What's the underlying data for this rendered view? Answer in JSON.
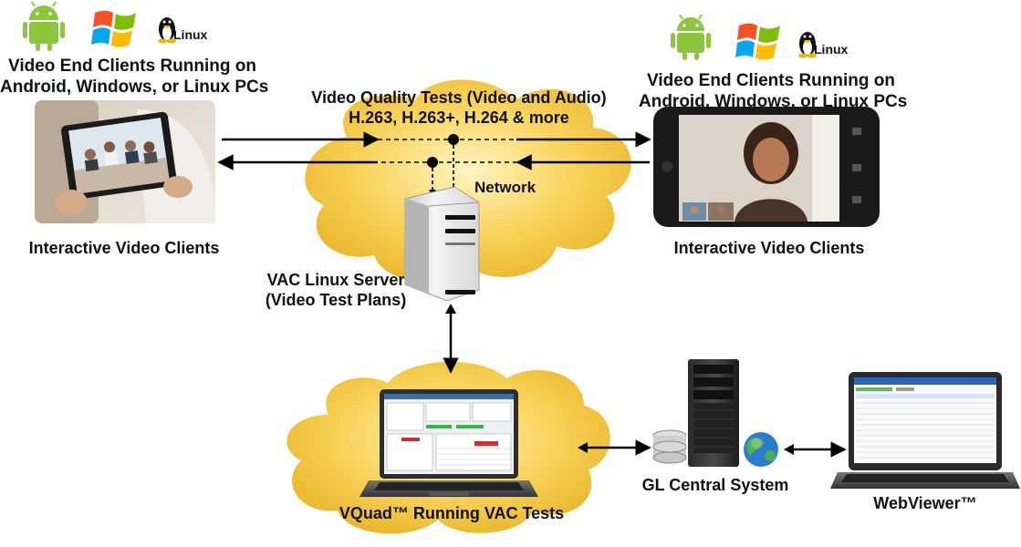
{
  "left_client": {
    "os_heading_line1": "Video End Clients Running on",
    "os_heading_line2": "Android, Windows, or Linux PCs",
    "caption": "Interactive Video Clients",
    "linux_logo_text": "Linux"
  },
  "right_client": {
    "os_heading_line1": "Video End Clients Running on",
    "os_heading_line2": "Android, Windows, or Linux PCs",
    "caption": "Interactive Video Clients",
    "linux_logo_text": "Linux"
  },
  "network": {
    "tests_line1": "Video Quality Tests (Video and Audio)",
    "tests_line2": "H.263, H.263+, H.264 & more",
    "label": "Network"
  },
  "server": {
    "line1": "VAC Linux Server",
    "line2": "(Video Test Plans)"
  },
  "vquad": {
    "label": "VQuad™ Running VAC Tests"
  },
  "central": {
    "label": "GL Central System"
  },
  "webviewer": {
    "label": "WebViewer™"
  },
  "colors": {
    "cloud": "#f5c542",
    "android": "#8cc63f",
    "arrow": "#000000"
  },
  "icons": [
    "android-icon",
    "windows-icon",
    "linux-tux-icon",
    "globe-icon",
    "database-icon"
  ]
}
